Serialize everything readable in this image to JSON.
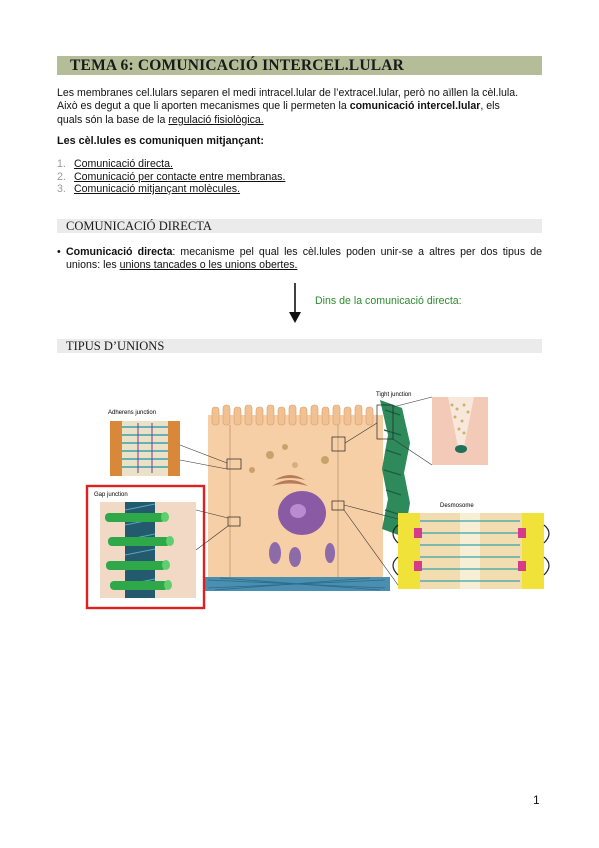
{
  "title": "TEMA 6: COMUNICACIÓ INTERCEL.LULAR",
  "intro": {
    "line1": "Les membranes cel.lulars separen el medi intracel.lular de l’extracel.lular, però no aïllen la cèl.lula.",
    "line2a": "Això es degut a que li aporten mecanismes que li permeten la ",
    "line2b": "comunicació intercel.lular",
    "line2c": ", els",
    "line3a": "quals són la base de la ",
    "line3b": "regulació fisiològica."
  },
  "subheading": "Les cèl.lules es comuniquen mitjançant:",
  "methods": [
    {
      "num": "1.",
      "text": "Comunicació directa."
    },
    {
      "num": "2.",
      "text": "Comunicació per contacte entre membranas."
    },
    {
      "num": "3.",
      "text": "Comunicació mitjançant molècules."
    }
  ],
  "section1": "COMUNICACIÓ DIRECTA",
  "bullet": {
    "bold": "Comunicació directa",
    "text": ": mecanisme pel qual les cèl.lules poden unir-se a altres per dos tipus de unions: les ",
    "link": "unions tancades o les unions obertes."
  },
  "note": "Dins de la comunicació directa:",
  "section2": "TIPUS D’UNIONS",
  "figure": {
    "adherens": "Adherens junction",
    "tight": "Tight junction",
    "gap": "Gap junction",
    "desmosome": "Desmosome"
  },
  "page_number": "1"
}
